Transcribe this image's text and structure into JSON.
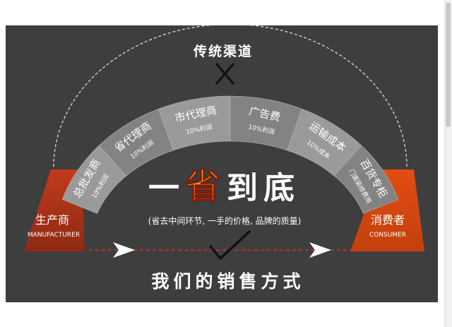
{
  "diagram": {
    "top_title": "传统渠道",
    "left_block": {
      "title": "生产商",
      "subtitle": "MANUFACTURER"
    },
    "right_block": {
      "title": "消费者",
      "subtitle": "CONSUMER"
    },
    "segments": [
      {
        "label": "总批发商",
        "sub": "10%利润"
      },
      {
        "label": "省代理商",
        "sub": "10%利润"
      },
      {
        "label": "市代理商",
        "sub": "10%利润"
      },
      {
        "label": "广告费",
        "sub": "10%利润"
      },
      {
        "label": "运输成本",
        "sub": "10%成本"
      },
      {
        "label": "百货专柜",
        "sub": "门面装修费用"
      }
    ],
    "headline": {
      "part1": "一",
      "part2": "省",
      "part3": "到",
      "part4": "底"
    },
    "tagline": "(省去中间环节, 一手的价格, 品牌的质量)",
    "footer": "我们的销售方式"
  },
  "colors": {
    "background": "#3e3e3e",
    "segment_light": "#9a9a9a",
    "segment_dark": "#838383",
    "block_left": "#a8321a",
    "block_right": "#d6450f",
    "accent": "#e63e16"
  },
  "icons": [
    "x-mark-icon",
    "checkmark-icon",
    "arrow-right-icon"
  ]
}
